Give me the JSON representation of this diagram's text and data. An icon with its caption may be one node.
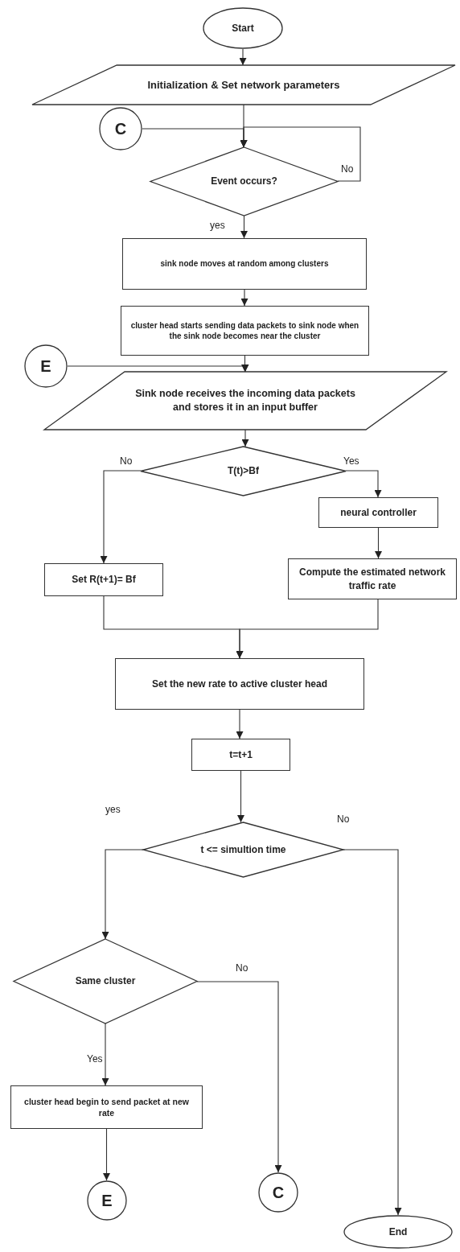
{
  "diagram": {
    "nodes": [
      {
        "text": [
          "Start"
        ]
      },
      {
        "text": [
          "Initialization & Set network parameters"
        ]
      },
      {
        "text": [
          "C"
        ]
      },
      {
        "text": [
          "Event occurs?"
        ]
      },
      {
        "text": [
          "sink node moves at random among clusters"
        ]
      },
      {
        "text": [
          "cluster head starts sending data packets to sink node when the sink node becomes near the cluster"
        ]
      },
      {
        "text": [
          "E"
        ]
      },
      {
        "text": [
          "Sink node receives the incoming data packets and stores it in an input buffer"
        ]
      },
      {
        "text": [
          "T(t)>Bf"
        ]
      },
      {
        "text": [
          "neural controller"
        ]
      },
      {
        "text": [
          "Set R(t+1)= Bf"
        ]
      },
      {
        "text": [
          "Compute the estimated network traffic rate"
        ]
      },
      {
        "text": [
          "Set the new rate to active cluster head"
        ]
      },
      {
        "text": [
          "t=t+1"
        ]
      },
      {
        "text": [
          "t <= simultion time"
        ]
      },
      {
        "text": [
          "Same cluster"
        ]
      },
      {
        "text": [
          "cluster head begin to send packet at new rate"
        ]
      },
      {
        "text": [
          "E"
        ]
      },
      {
        "text": [
          "C"
        ]
      },
      {
        "text": [
          "End"
        ]
      }
    ],
    "edges": [
      {
        "from": 0,
        "to": 1,
        "arrow": "to"
      },
      {
        "from": 1,
        "to": 3,
        "arrow": "to"
      },
      {
        "from": 2,
        "to": 3,
        "arrow": "to"
      },
      {
        "from": 3,
        "to": 3,
        "arrow": "to",
        "label": "No"
      },
      {
        "from": 3,
        "to": 4,
        "arrow": "to",
        "label": "yes"
      },
      {
        "from": 4,
        "to": 5,
        "arrow": "to"
      },
      {
        "from": 5,
        "to": 7,
        "arrow": "to"
      },
      {
        "from": 6,
        "to": 7,
        "arrow": "to"
      },
      {
        "from": 7,
        "to": 8,
        "arrow": "to"
      },
      {
        "from": 8,
        "to": 9,
        "arrow": "to",
        "label": "Yes"
      },
      {
        "from": 8,
        "to": 10,
        "arrow": "to",
        "label": "No"
      },
      {
        "from": 9,
        "to": 11,
        "arrow": "to"
      },
      {
        "from": 10,
        "to": 12,
        "arrow": "to"
      },
      {
        "from": 11,
        "to": 12,
        "arrow": "to"
      },
      {
        "from": 12,
        "to": 13,
        "arrow": "to"
      },
      {
        "from": 13,
        "to": 14,
        "arrow": "to"
      },
      {
        "from": 14,
        "to": 15,
        "arrow": "to",
        "label": "yes"
      },
      {
        "from": 14,
        "to": 19,
        "arrow": "to",
        "label": "No"
      },
      {
        "from": 15,
        "to": 16,
        "arrow": "to",
        "label": "Yes"
      },
      {
        "from": 15,
        "to": 18,
        "arrow": "to",
        "label": "No"
      },
      {
        "from": 16,
        "to": 17,
        "arrow": "to"
      }
    ]
  }
}
